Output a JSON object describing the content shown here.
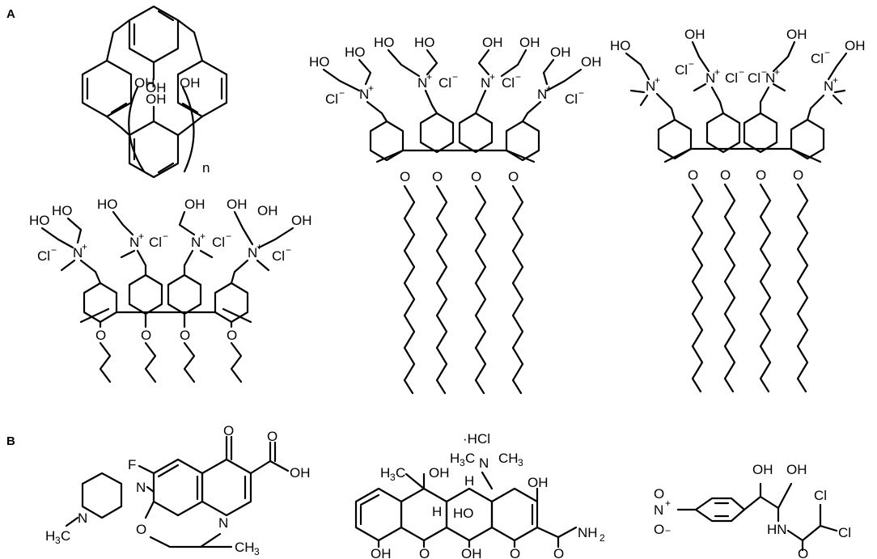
{
  "panels": [
    {
      "label": "A"
    },
    {
      "label": "B"
    }
  ],
  "labels": {
    "OH": "OH",
    "HO": "HO",
    "O": "O",
    "N": "N",
    "Nplus": "N",
    "plus": "+",
    "Cl": "Cl",
    "minus": "−",
    "n": "n",
    "F": "F",
    "H": "H",
    "H3C": "H",
    "three": "3",
    "C": "C",
    "CH3": "CH",
    "NH2": "NH",
    "two": "2",
    "HN": "HN",
    "HCl": "·HCl"
  },
  "colors": {
    "ink": "#000000",
    "background": "#ffffff"
  }
}
